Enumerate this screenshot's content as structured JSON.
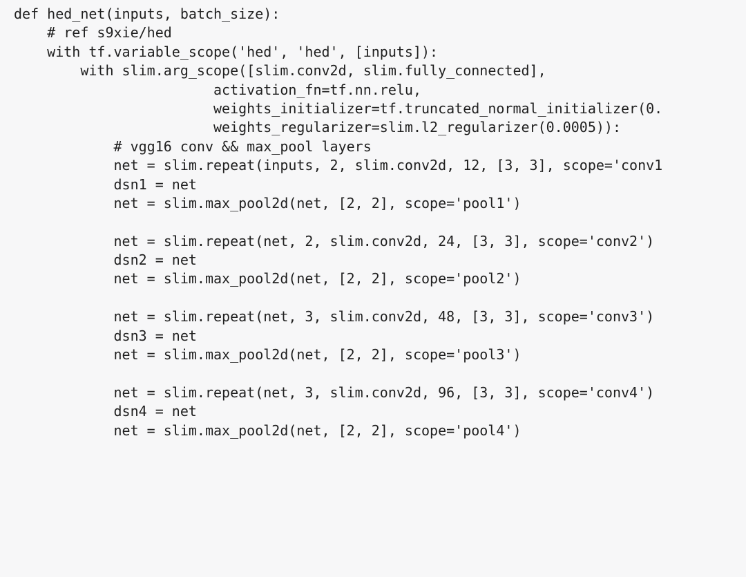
{
  "code": {
    "lines": [
      "def hed_net(inputs, batch_size):",
      "    # ref s9xie/hed",
      "    with tf.variable_scope('hed', 'hed', [inputs]):",
      "        with slim.arg_scope([slim.conv2d, slim.fully_connected],",
      "                        activation_fn=tf.nn.relu,",
      "                        weights_initializer=tf.truncated_normal_initializer(0.",
      "                        weights_regularizer=slim.l2_regularizer(0.0005)):",
      "            # vgg16 conv && max_pool layers",
      "            net = slim.repeat(inputs, 2, slim.conv2d, 12, [3, 3], scope='conv1",
      "            dsn1 = net",
      "            net = slim.max_pool2d(net, [2, 2], scope='pool1')",
      "",
      "            net = slim.repeat(net, 2, slim.conv2d, 24, [3, 3], scope='conv2')",
      "            dsn2 = net",
      "            net = slim.max_pool2d(net, [2, 2], scope='pool2')",
      "",
      "            net = slim.repeat(net, 3, slim.conv2d, 48, [3, 3], scope='conv3')",
      "            dsn3 = net",
      "            net = slim.max_pool2d(net, [2, 2], scope='pool3')",
      "",
      "            net = slim.repeat(net, 3, slim.conv2d, 96, [3, 3], scope='conv4')",
      "            dsn4 = net",
      "            net = slim.max_pool2d(net, [2, 2], scope='pool4')"
    ],
    "text_color": "#1f1f1f",
    "background_color": "#f7f7f8"
  }
}
